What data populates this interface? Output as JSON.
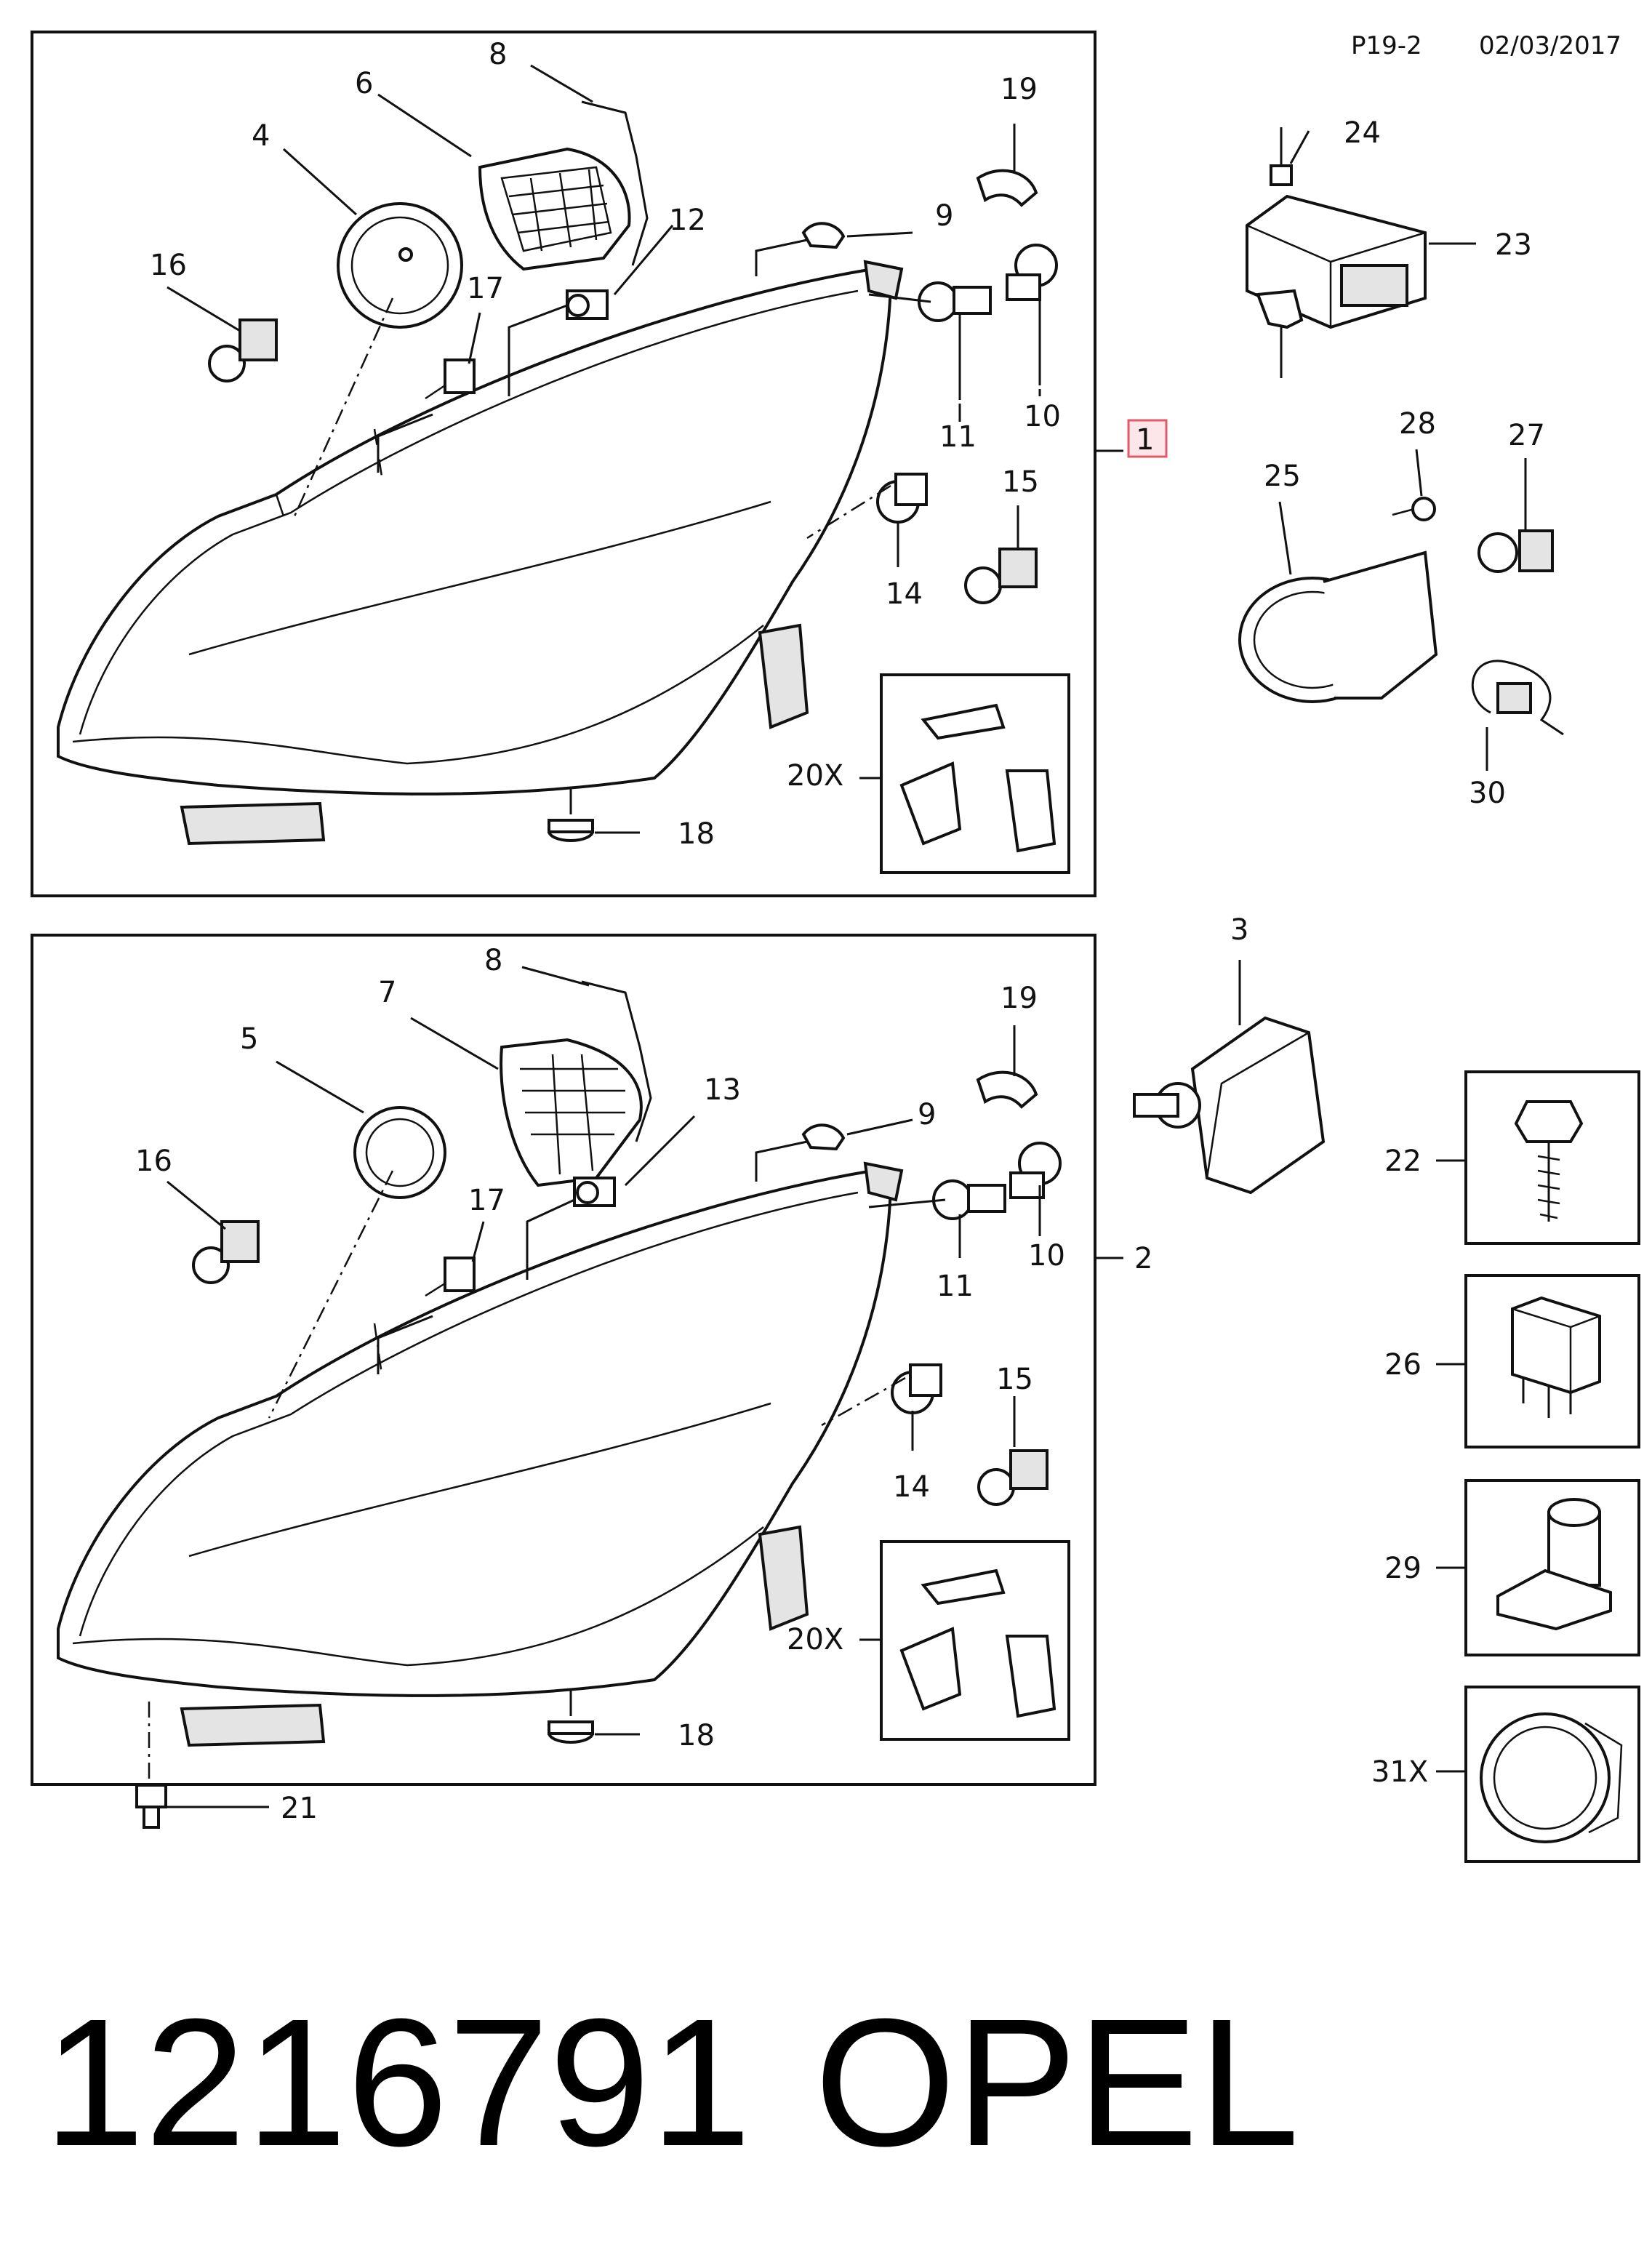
{
  "header": {
    "page_ref": "P19-2",
    "date": "02/03/2017"
  },
  "footer": {
    "part_number": "1216791",
    "brand": "OPEL"
  },
  "callouts": {
    "c1": "1",
    "c2": "2",
    "c3": "3",
    "c4": "4",
    "c5": "5",
    "c6": "6",
    "c7": "7",
    "c8a": "8",
    "c8b": "8",
    "c9a": "9",
    "c9b": "9",
    "c10a": "10",
    "c10b": "10",
    "c11a": "11",
    "c11b": "11",
    "c12": "12",
    "c13": "13",
    "c14a": "14",
    "c14b": "14",
    "c15a": "15",
    "c15b": "15",
    "c16a": "16",
    "c16b": "16",
    "c17a": "17",
    "c17b": "17",
    "c18a": "18",
    "c18b": "18",
    "c19a": "19",
    "c19b": "19",
    "c20a": "20X",
    "c20b": "20X",
    "c21": "21",
    "c22": "22",
    "c23": "23",
    "c24": "24",
    "c25": "25",
    "c26": "26",
    "c27": "27",
    "c28": "28",
    "c29": "29",
    "c30": "30",
    "c31": "31X"
  },
  "colors": {
    "line": "#111111",
    "highlight_border": "#e05a6a",
    "highlight_fill": "#fde6ea"
  }
}
